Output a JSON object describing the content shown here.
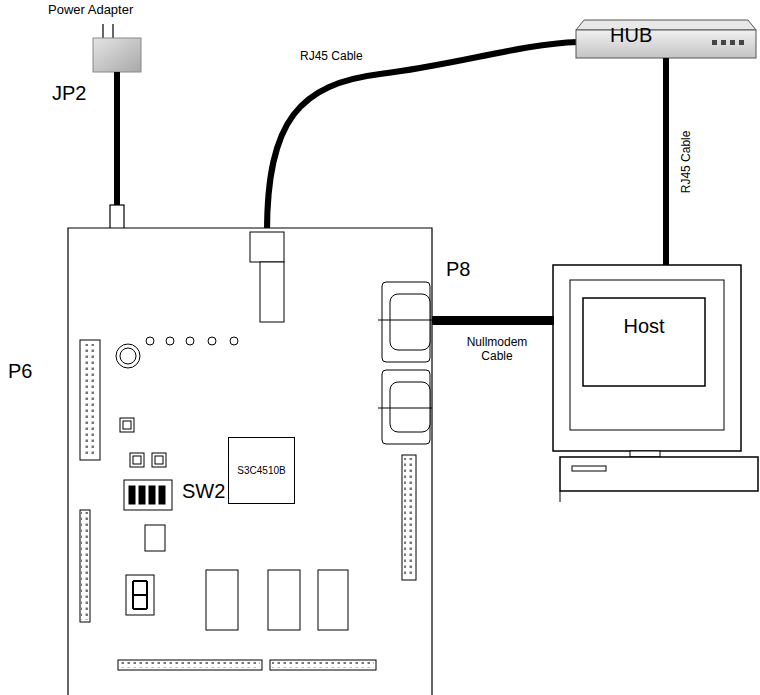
{
  "diagram": {
    "nodes": [
      {
        "text": [
          "Power Adapter"
        ]
      },
      {
        "text": [
          "HUB"
        ]
      },
      {
        "text": [
          "Host"
        ]
      },
      {
        "text": [
          "S3C4510B"
        ]
      }
    ],
    "edges": [
      {
        "from": 1,
        "to": 2,
        "arrow": "none",
        "label": "RJ45 Cable"
      }
    ],
    "labels": [
      "RJ45 Cable",
      "JP2",
      "P8",
      "P6",
      "Nullmodem Cable",
      "SW2"
    ]
  }
}
